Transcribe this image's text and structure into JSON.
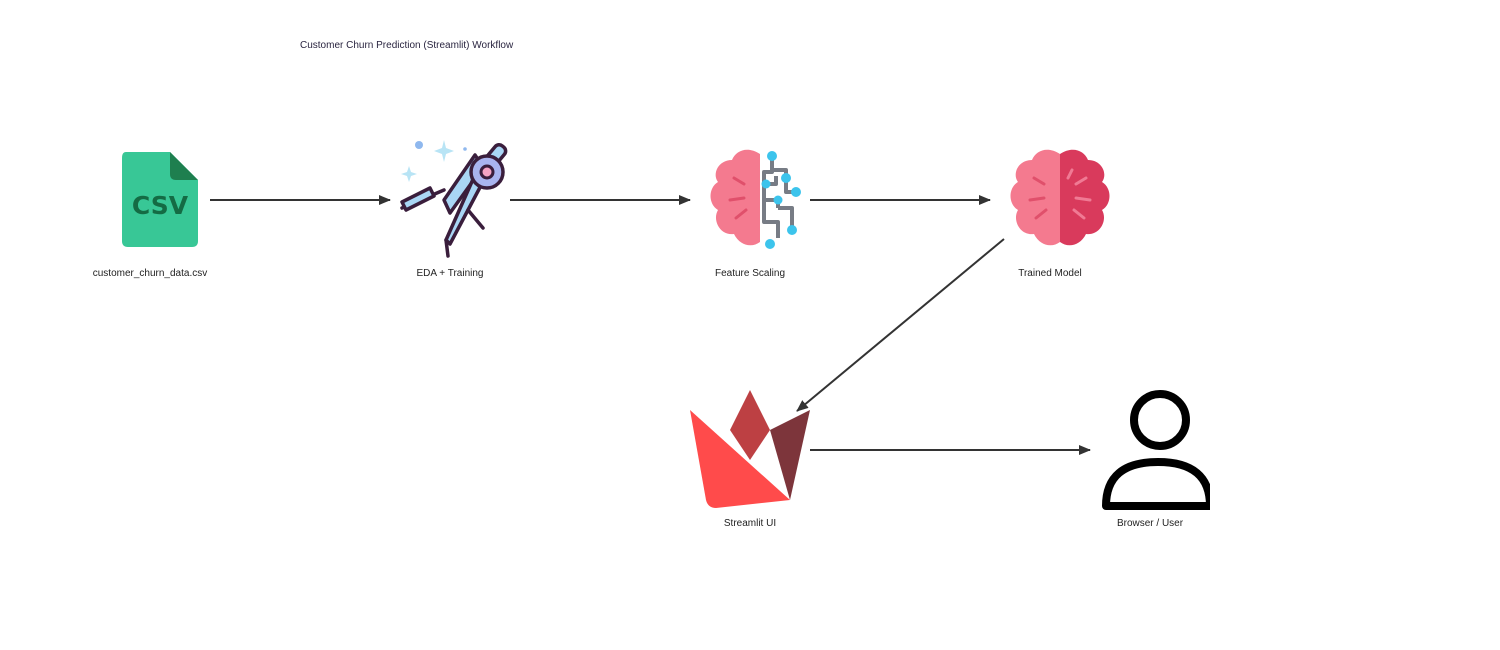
{
  "diagram": {
    "title": "Customer Churn Prediction (Streamlit) Workflow",
    "colors": {
      "edge": "#333333",
      "csv_green": "#38c796",
      "csv_text": "#146b44",
      "brain_pink": "#f47a8f",
      "brain_red": "#d93a5c",
      "streamlit_red": "#ff4b4b",
      "streamlit_dark": "#7d353b",
      "circuit_blue": "#3cc4ec"
    },
    "nodes": [
      {
        "id": "csv",
        "label": "customer_churn_data.csv",
        "icon": "csv-file-icon",
        "icon_text": "CSV"
      },
      {
        "id": "eda",
        "label": "EDA + Training",
        "icon": "compass-icon"
      },
      {
        "id": "scale",
        "label": "Feature Scaling",
        "icon": "brain-circuit-icon"
      },
      {
        "id": "model",
        "label": "Trained Model",
        "icon": "brain-icon"
      },
      {
        "id": "st",
        "label": "Streamlit UI",
        "icon": "streamlit-logo-icon"
      },
      {
        "id": "user",
        "label": "Browser / User",
        "icon": "user-icon"
      }
    ],
    "edges": [
      {
        "from": "csv",
        "to": "eda"
      },
      {
        "from": "eda",
        "to": "scale"
      },
      {
        "from": "scale",
        "to": "model"
      },
      {
        "from": "model",
        "to": "st"
      },
      {
        "from": "st",
        "to": "user"
      }
    ]
  }
}
